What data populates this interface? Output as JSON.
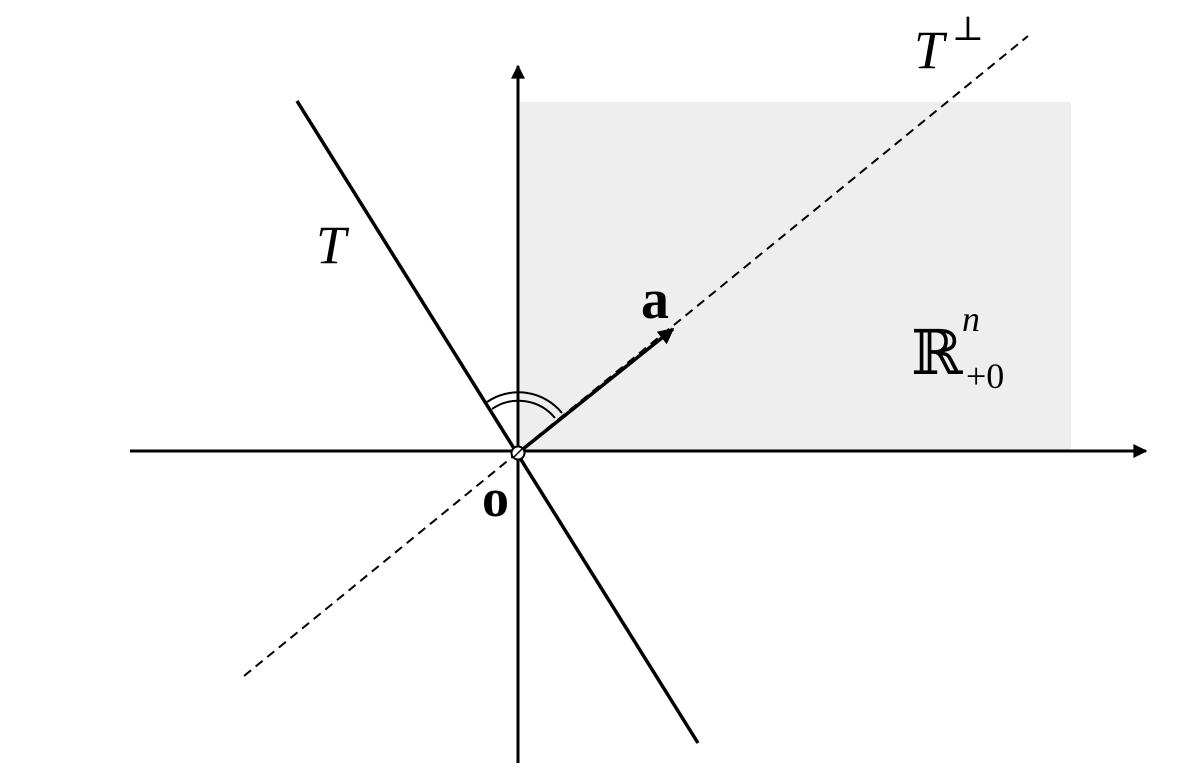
{
  "labels": {
    "line_t": "T",
    "line_t_perp": "T",
    "perp_symbol": "⊥",
    "vector_a": "a",
    "origin": "o",
    "region_base": "ℝ",
    "region_sup": "n",
    "region_sub": "+0"
  },
  "colors": {
    "ink": "#000000",
    "region_fill": "#eeeeee",
    "background": "#ffffff"
  }
}
